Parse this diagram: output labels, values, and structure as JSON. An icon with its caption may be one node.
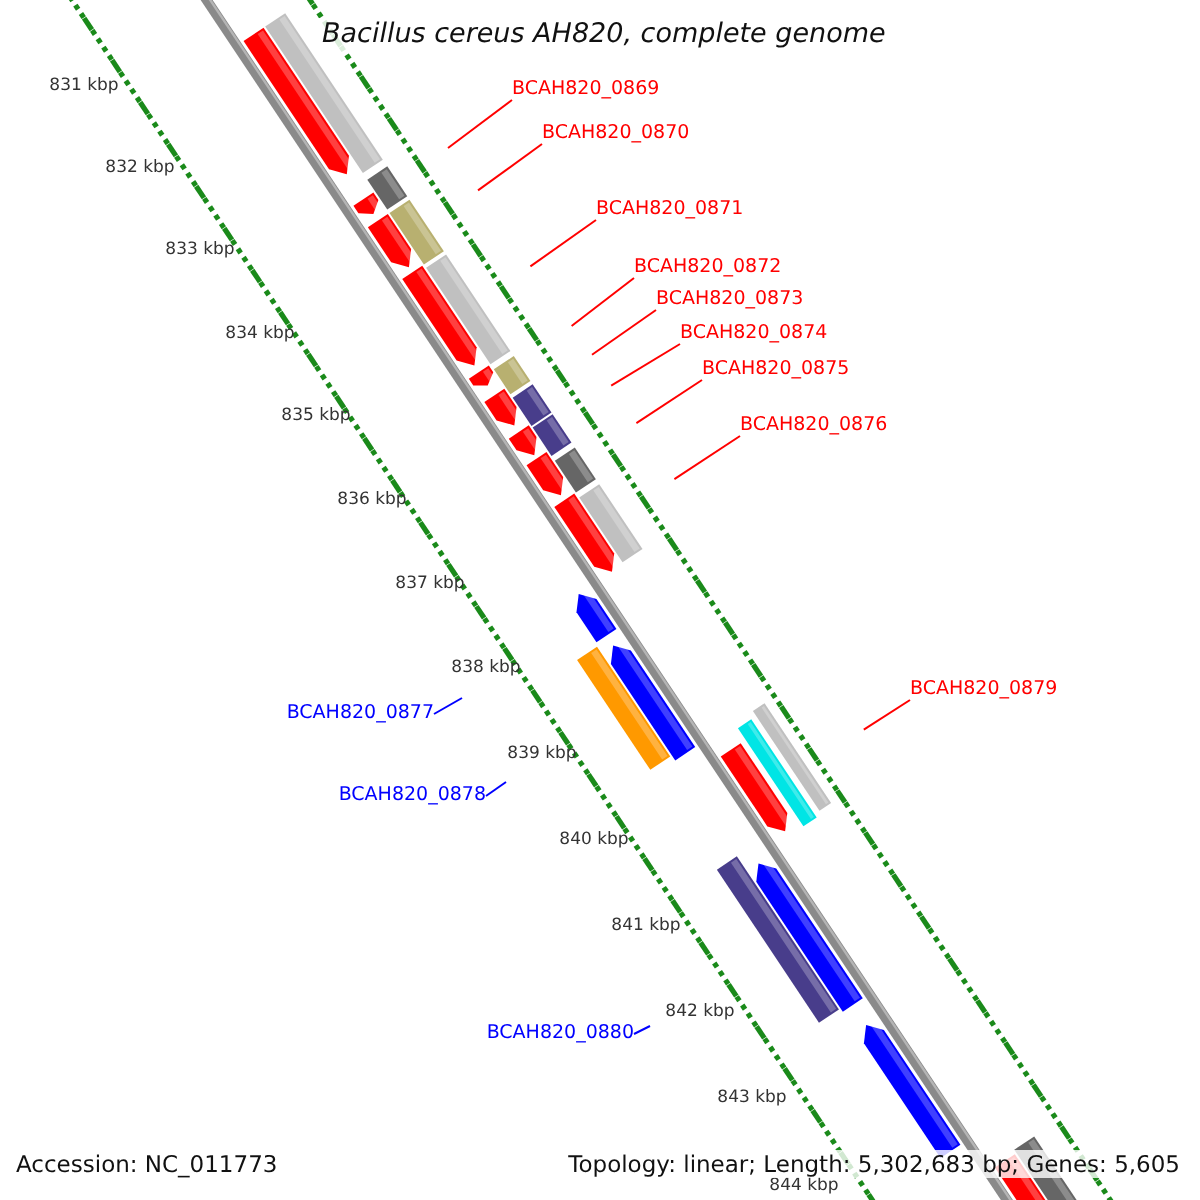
{
  "diagram": {
    "title": "Bacillus cereus AH820, complete genome",
    "nodes": [
      {
        "text": [
          "BCAH820_0869"
        ]
      },
      {
        "text": [
          "BCAH820_0870"
        ]
      },
      {
        "text": [
          "BCAH820_0871"
        ]
      },
      {
        "text": [
          "BCAH820_0872"
        ]
      },
      {
        "text": [
          "BCAH820_0873"
        ]
      },
      {
        "text": [
          "BCAH820_0874"
        ]
      },
      {
        "text": [
          "BCAH820_0875"
        ]
      },
      {
        "text": [
          "BCAH820_0876"
        ]
      },
      {
        "text": [
          "BCAH820_0879"
        ]
      },
      {
        "text": [
          "BCAH820_0877"
        ]
      },
      {
        "text": [
          "BCAH820_0878"
        ]
      },
      {
        "text": [
          "BCAH820_0880"
        ]
      }
    ],
    "edges": [
      {
        "from": 0,
        "to": null,
        "arrow": "none"
      },
      {
        "from": 1,
        "to": null,
        "arrow": "none"
      },
      {
        "from": 2,
        "to": null,
        "arrow": "none"
      },
      {
        "from": 3,
        "to": null,
        "arrow": "none"
      },
      {
        "from": 4,
        "to": null,
        "arrow": "none"
      },
      {
        "from": 5,
        "to": null,
        "arrow": "none"
      },
      {
        "from": 6,
        "to": null,
        "arrow": "none"
      },
      {
        "from": 7,
        "to": null,
        "arrow": "none"
      },
      {
        "from": 8,
        "to": null,
        "arrow": "none"
      },
      {
        "from": 9,
        "to": null,
        "arrow": "none",
        "color": "#0000ff"
      },
      {
        "from": 10,
        "to": null,
        "arrow": "none",
        "color": "#0000ff"
      },
      {
        "from": 11,
        "to": null,
        "arrow": "none",
        "color": "#0000ff"
      }
    ],
    "labels": [
      "831 kbp",
      "832 kbp",
      "833 kbp",
      "834 kbp",
      "835 kbp",
      "836 kbp",
      "837 kbp",
      "838 kbp",
      "839 kbp",
      "840 kbp",
      "841 kbp",
      "842 kbp",
      "843 kbp",
      "844 kbp",
      "Accession: NC_011773",
      "Topology: linear; Length: 5,302,683 bp; Genes: 5,605"
    ]
  }
}
